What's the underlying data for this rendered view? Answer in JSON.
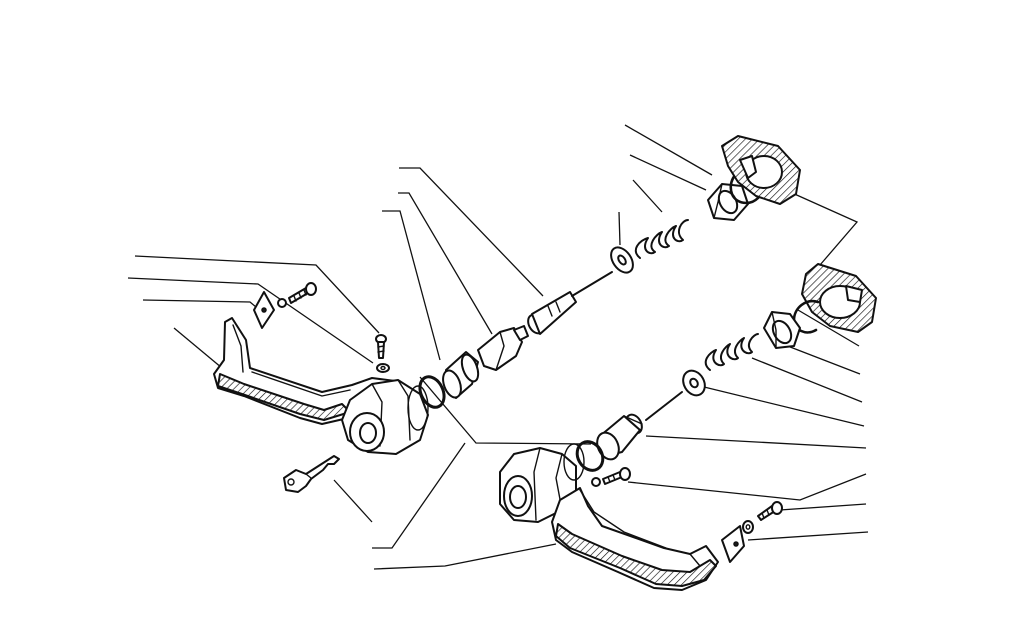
{
  "diagram": {
    "style": "exploded-view line drawing",
    "ink_color": "#111111",
    "background_color": "#ffffff",
    "parts": [
      {
        "id": "left-handle",
        "icon": "door-handle-icon"
      },
      {
        "id": "left-lock-cylinder-housing",
        "icon": "lock-cylinder-icon"
      },
      {
        "id": "left-key",
        "icon": "key-icon"
      },
      {
        "id": "left-bracket",
        "icon": "bracket-icon"
      },
      {
        "id": "left-screw-upper",
        "icon": "screw-icon"
      },
      {
        "id": "left-screw-lower",
        "icon": "screw-icon"
      },
      {
        "id": "left-washer",
        "icon": "washer-icon"
      },
      {
        "id": "left-o-ring",
        "icon": "o-ring-icon"
      },
      {
        "id": "left-bushing",
        "icon": "bushing-icon"
      },
      {
        "id": "left-lock-core",
        "icon": "lock-core-icon"
      },
      {
        "id": "left-plunger",
        "icon": "plunger-icon"
      },
      {
        "id": "left-cap-washer",
        "icon": "washer-icon"
      },
      {
        "id": "left-spring",
        "icon": "spring-icon"
      },
      {
        "id": "left-nut",
        "icon": "nut-icon"
      },
      {
        "id": "left-circlip",
        "icon": "circlip-icon"
      },
      {
        "id": "left-gasket",
        "icon": "gasket-icon"
      },
      {
        "id": "right-gasket",
        "icon": "gasket-icon"
      },
      {
        "id": "right-circlip",
        "icon": "circlip-icon"
      },
      {
        "id": "right-nut",
        "icon": "nut-icon"
      },
      {
        "id": "right-spring",
        "icon": "spring-icon"
      },
      {
        "id": "right-cap-washer",
        "icon": "washer-icon"
      },
      {
        "id": "right-plunger",
        "icon": "plunger-icon"
      },
      {
        "id": "right-o-ring",
        "icon": "o-ring-icon"
      },
      {
        "id": "right-screw",
        "icon": "screw-icon"
      },
      {
        "id": "right-screw-lower",
        "icon": "screw-icon"
      },
      {
        "id": "right-washer",
        "icon": "washer-icon"
      },
      {
        "id": "right-bracket",
        "icon": "bracket-icon"
      },
      {
        "id": "right-lock-cylinder-housing",
        "icon": "lock-cylinder-icon"
      },
      {
        "id": "right-handle",
        "icon": "door-handle-icon"
      }
    ],
    "leader_line_count": 21
  }
}
